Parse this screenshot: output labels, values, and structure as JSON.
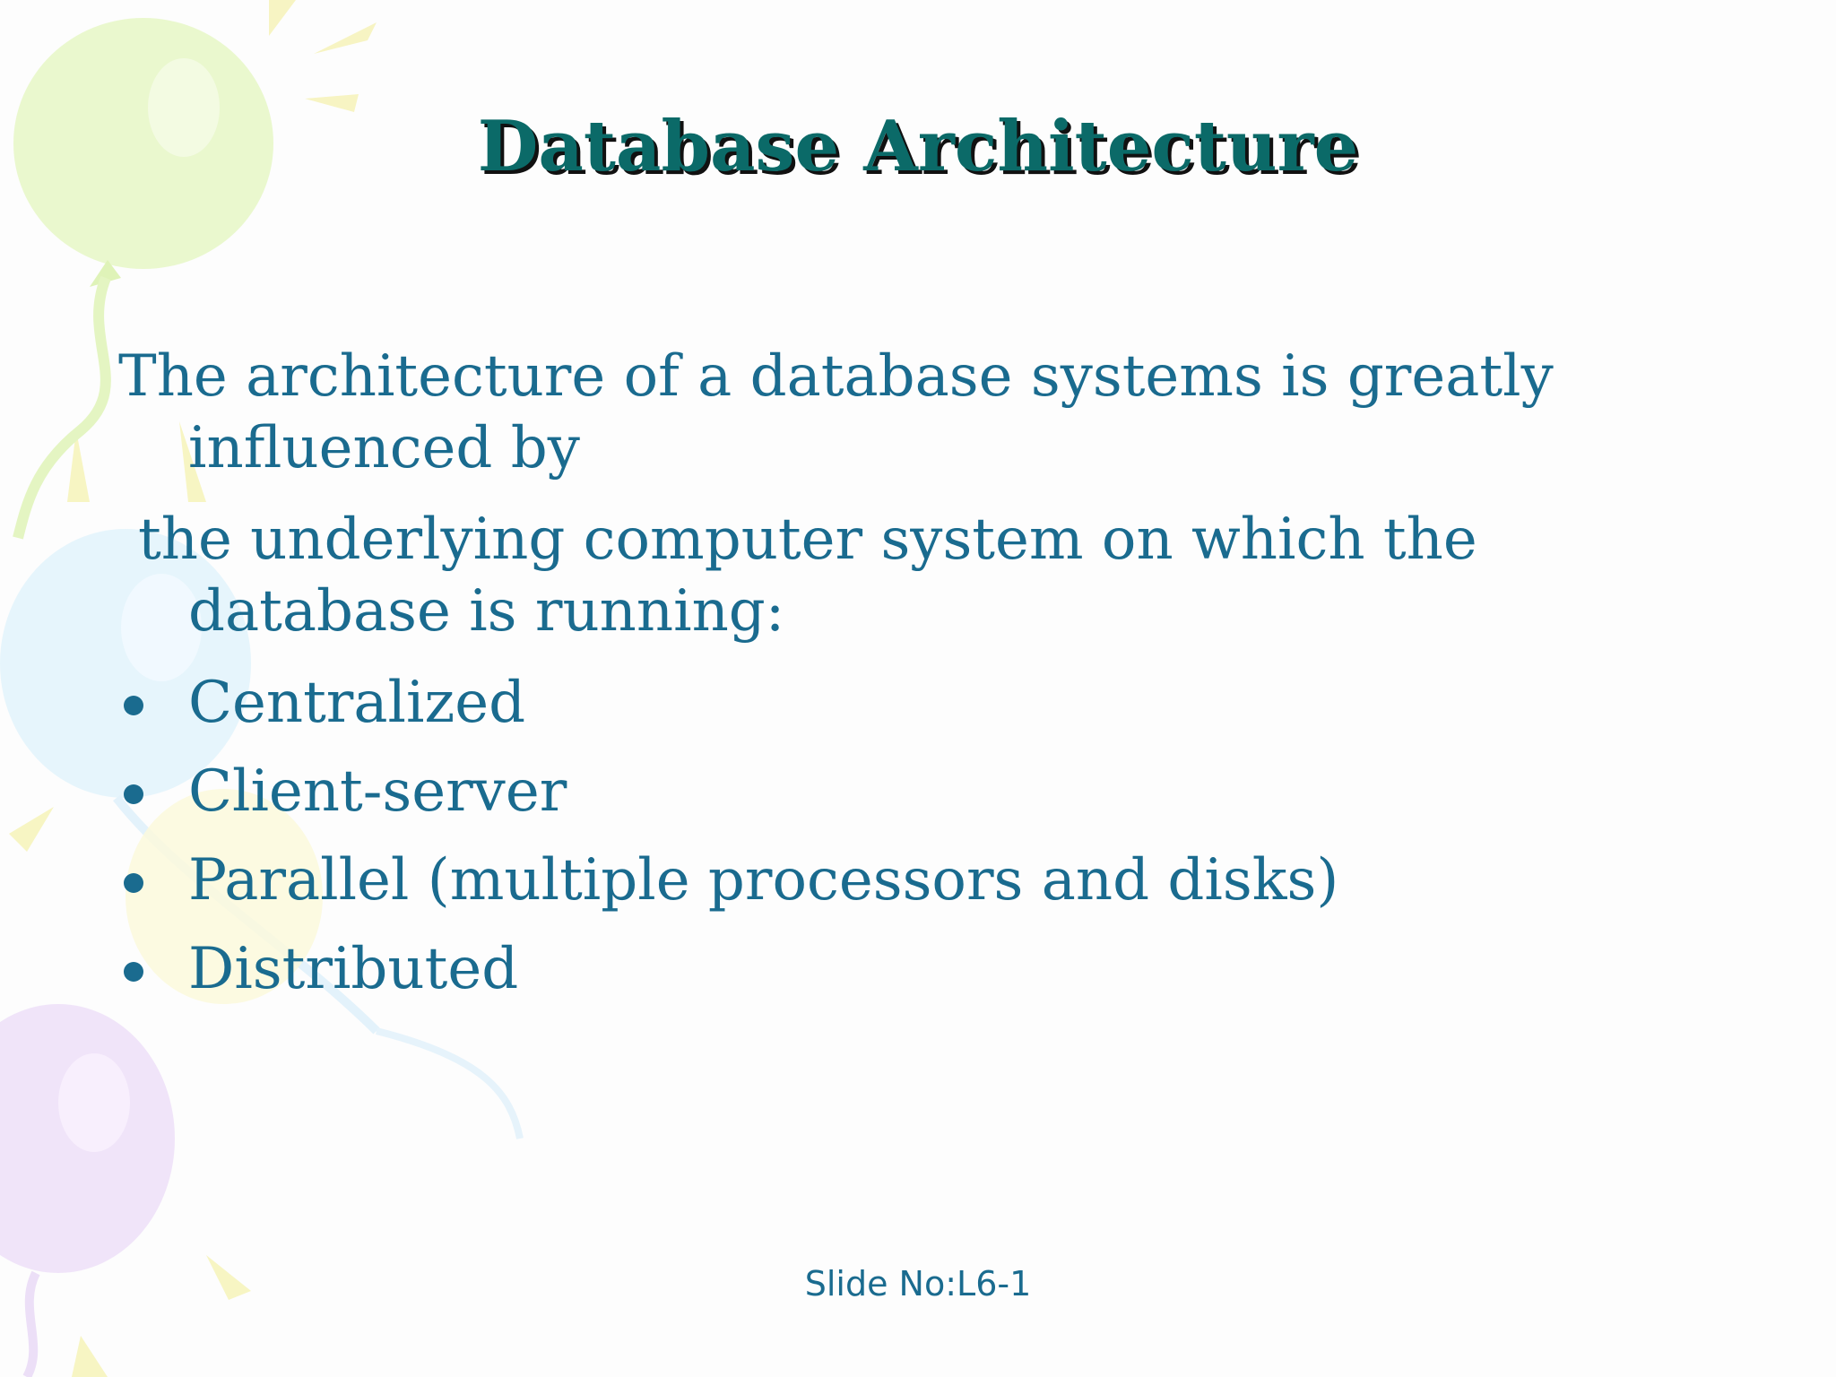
{
  "slide": {
    "title": "Database Architecture",
    "paragraphs": [
      "The architecture of a database systems is greatly influenced by",
      "the underlying computer system on which the database is running:"
    ],
    "bullets": [
      "Centralized",
      "Client-server",
      "Parallel (multiple processors and disks)",
      "Distributed"
    ],
    "footer": "Slide No:L6-1"
  },
  "colors": {
    "title": "#0b6a68",
    "title_shadow": "#111111",
    "body_text": "#1a6b8f",
    "background": "#fdfdfd"
  },
  "icons": {
    "bullet": "bullet-dot-icon",
    "background_decoration": "balloon-icon"
  }
}
